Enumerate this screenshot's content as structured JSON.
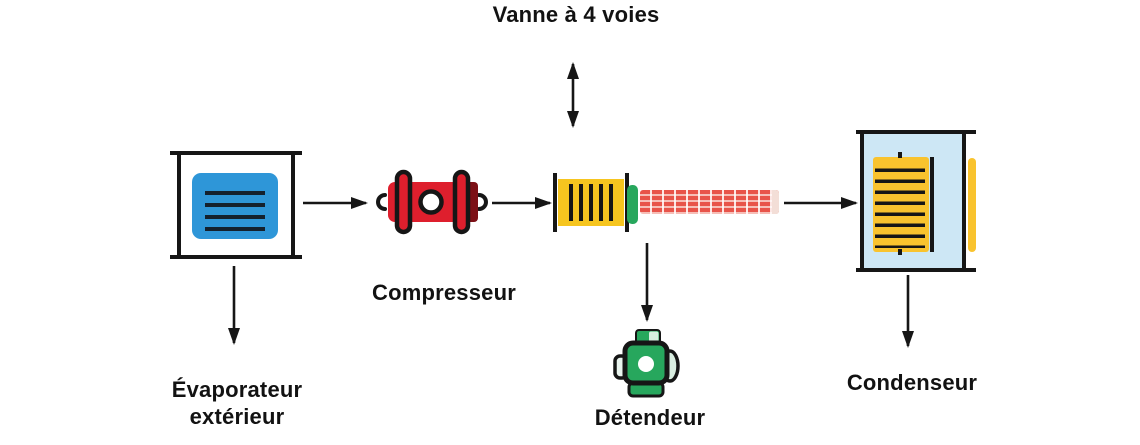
{
  "diagram": {
    "type": "heat-pump refrigeration cycle (French)",
    "labels": {
      "four_way_valve": "Vanne à 4 voies",
      "compressor": "Compresseur",
      "evaporator": "Évaporateur\nextérieur",
      "expansion_valve": "Détendeur",
      "condenser": "Condenseur"
    },
    "icons": {
      "evaporator": "blue-panel-in-bracket-box-icon",
      "compressor": "red-piston-pump-icon",
      "reversing_coil": "yellow-striped-coil-icon",
      "connector": "green-band-icon",
      "heat_tube": "red-finned-tube-icon",
      "expansion_valve": "green-valve-body-icon",
      "condenser": "blue-tank-with-yellow-coil-icon"
    },
    "connections": [
      {
        "from": "evaporator",
        "to": "compressor",
        "direction": "right"
      },
      {
        "from": "compressor",
        "to": "reversing_coil",
        "direction": "right"
      },
      {
        "from": "heat_tube",
        "to": "condenser",
        "direction": "right"
      },
      {
        "from": "four_way_valve",
        "to": "reversing_coil",
        "direction": "bidirectional-vertical"
      },
      {
        "from": "evaporator",
        "to": "evaporator_label",
        "direction": "down"
      },
      {
        "from": "reversing_coil",
        "to": "expansion_valve",
        "direction": "down"
      },
      {
        "from": "condenser",
        "to": "condenser_label",
        "direction": "down"
      }
    ]
  },
  "colors": {
    "ink": "#161616",
    "evaporator-blue": "#2e96d8",
    "panel-line-navy": "#14212e",
    "compressor-red": "#de1f2d",
    "compressor-dark-red": "#7c1016",
    "coil-yellow": "#f6c51f",
    "valve-green": "#27a75d",
    "valve-light-green": "#d9eee1",
    "tube-red": "#e8544a",
    "tube-light": "#f6beb7",
    "tube-cap": "#f3ded7",
    "condenser-fill": "#cde7f5",
    "condenser-yellow": "#f9c32e",
    "bg": "#ffffff"
  }
}
